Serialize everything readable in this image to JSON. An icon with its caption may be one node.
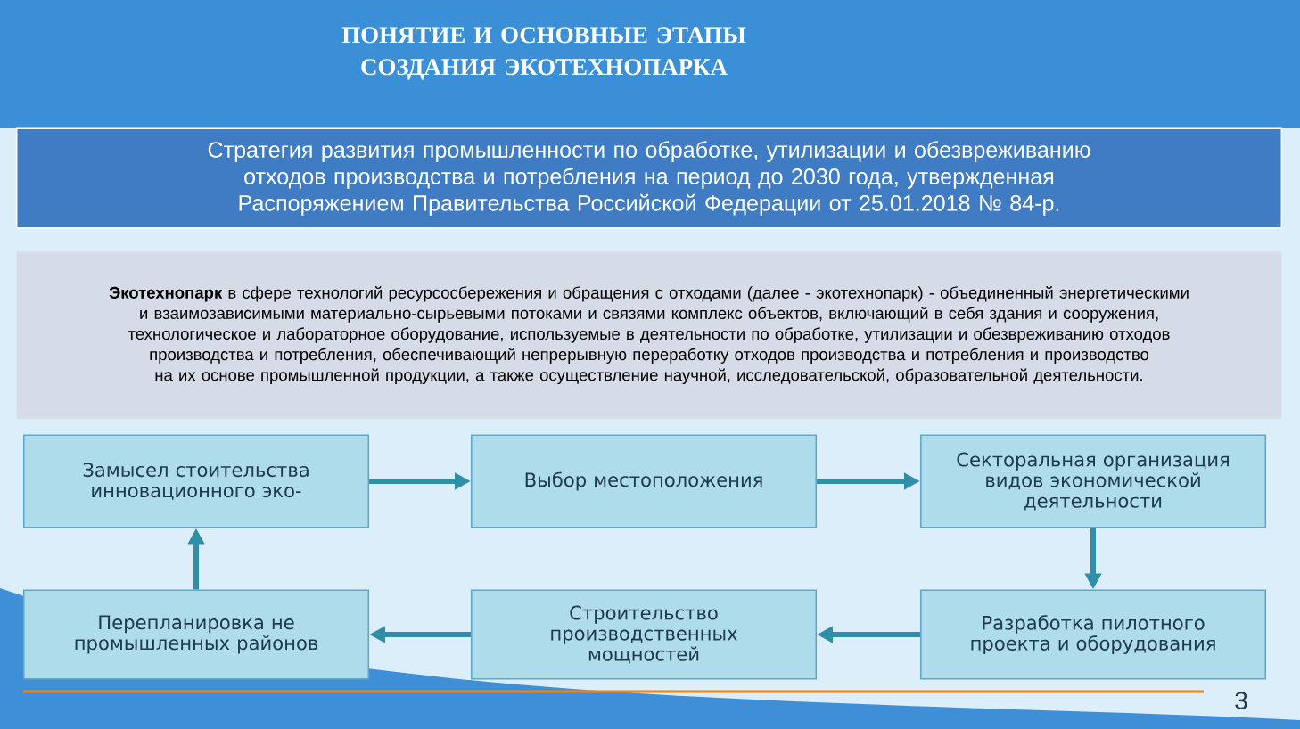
{
  "diagram": {
    "title": "ПОНЯТИЕ И ОСНОВНЫЕ ЭТАПЫ СОЗДАНИЯ ЭКОТЕХНОПАРКА",
    "nodes": [
      {
        "text": [
          "Стратегия развития промышленности по обработке, утилизации и обезвреживанию отходов производства и потребления на период до 2030 года, утвержденная Распоряжением Правительства Российской Федерации от 25.01.2018 № 84-р."
        ]
      },
      {
        "text": [
          "**Экотехнопарк** в сфере технологий ресурсосбережения и обращения с отходами (далее - экотехнопарк) - объединенный энергетическими и взаимозависимыми материально-сырьевыми потоками и связями комплекс объектов, включающий в себя здания и сооружения, технологическое и лабораторное оборудование, используемые в деятельности по обработке, утилизации и обезвреживанию отходов производства и потребления, обеспечивающий непрерывную переработку отходов производства и потребления и производство на их основе промышленной продукции, а также осуществление научной, исследовательской, образовательной деятельности."
        ]
      },
      {
        "text": [
          "Замысел стоительства инновационного эко-"
        ]
      },
      {
        "text": [
          "Выбор местоположения"
        ]
      },
      {
        "text": [
          "Секторальная организация видов экономической деятельности"
        ]
      },
      {
        "text": [
          "Разработка пилотного проекта и оборудования"
        ]
      },
      {
        "text": [
          "Строительство производственных мощностей"
        ]
      },
      {
        "text": [
          "Перепланировка не промышленных районов"
        ]
      }
    ],
    "edges": [
      {
        "from": 2,
        "to": 3,
        "arrow": "to"
      },
      {
        "from": 3,
        "to": 4,
        "arrow": "to"
      },
      {
        "from": 4,
        "to": 5,
        "arrow": "to"
      },
      {
        "from": 5,
        "to": 6,
        "arrow": "to"
      },
      {
        "from": 6,
        "to": 7,
        "arrow": "to"
      },
      {
        "from": 7,
        "to": 2,
        "arrow": "to"
      }
    ],
    "labels": [
      "3"
    ]
  }
}
